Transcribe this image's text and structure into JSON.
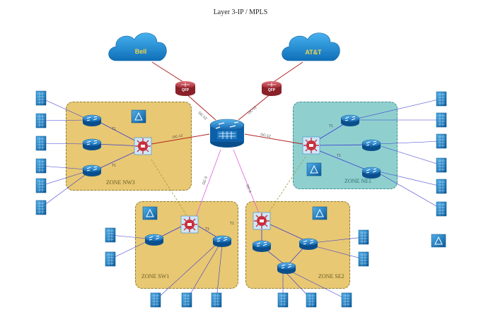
{
  "title": "Layer 3-IP / MPLS",
  "clouds": {
    "left": "Bell",
    "right": "AT&T"
  },
  "qfp": {
    "left": "QFP",
    "right": "QFP"
  },
  "zones": {
    "nw3": "ZONE NW3",
    "ne1": "ZONE NE1",
    "sw1": "ZONE SW1",
    "se2": "ZONE SE2"
  },
  "links": {
    "oc12": "OC-12",
    "oc3": "OC-3",
    "t1": "T1"
  },
  "colors": {
    "gold_zone": "#e8c873",
    "teal_zone": "#8fd0cf",
    "cloud": "#1a8fd8",
    "qfp": "#c2414b",
    "router": "#1778c8",
    "link_red": "#b22222",
    "link_blue": "#3a3ad0",
    "link_pink": "#e05ce0",
    "link_olive": "#a49a3c"
  }
}
